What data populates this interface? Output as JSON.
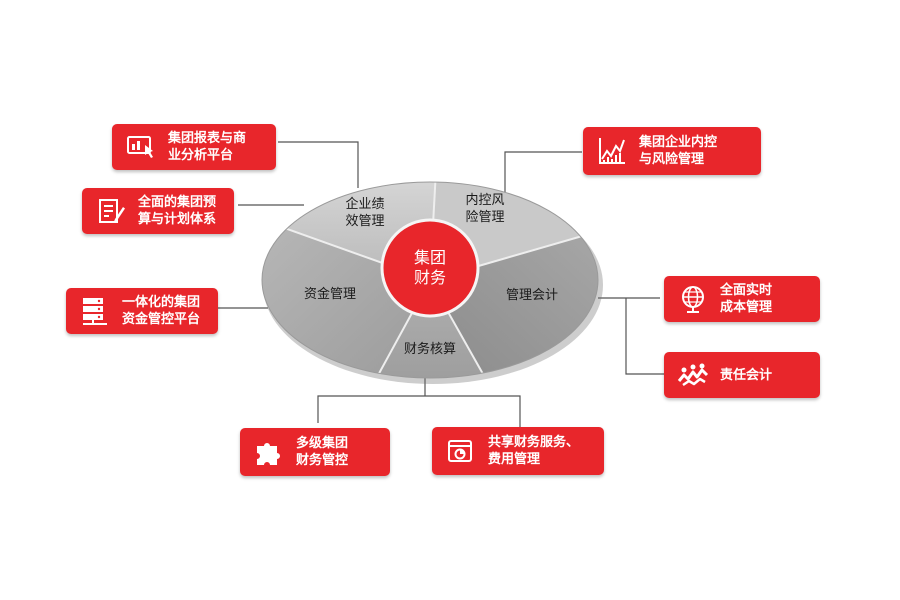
{
  "colors": {
    "accent": "#e8262b",
    "connector": "#555555",
    "ellipse_dark": "#8c8c8c",
    "ellipse_mid": "#b5b5b5",
    "ellipse_light": "#cfcfcf"
  },
  "hub": {
    "label": "集团\n财务"
  },
  "segments": [
    {
      "label": "企业绩\n效管理"
    },
    {
      "label": "内控风\n险管理"
    },
    {
      "label": "资金管理"
    },
    {
      "label": "管理会计"
    },
    {
      "label": "财务核算"
    }
  ],
  "boxes": [
    {
      "label": "集团报表与商\n业分析平台",
      "icon": "report-touch-icon"
    },
    {
      "label": "全面的集团预\n算与计划体系",
      "icon": "budget-pen-icon"
    },
    {
      "label": "一体化的集团\n资金管控平台",
      "icon": "server-network-icon"
    },
    {
      "label": "集团企业内控\n与风险管理",
      "icon": "line-chart-icon"
    },
    {
      "label": "全面实时\n成本管理",
      "icon": "globe-stand-icon"
    },
    {
      "label": "责任会计",
      "icon": "people-group-icon"
    },
    {
      "label": "多级集团\n财务管控",
      "icon": "puzzle-icon"
    },
    {
      "label": "共享财务服务、\n费用管理",
      "icon": "document-chart-icon"
    }
  ]
}
